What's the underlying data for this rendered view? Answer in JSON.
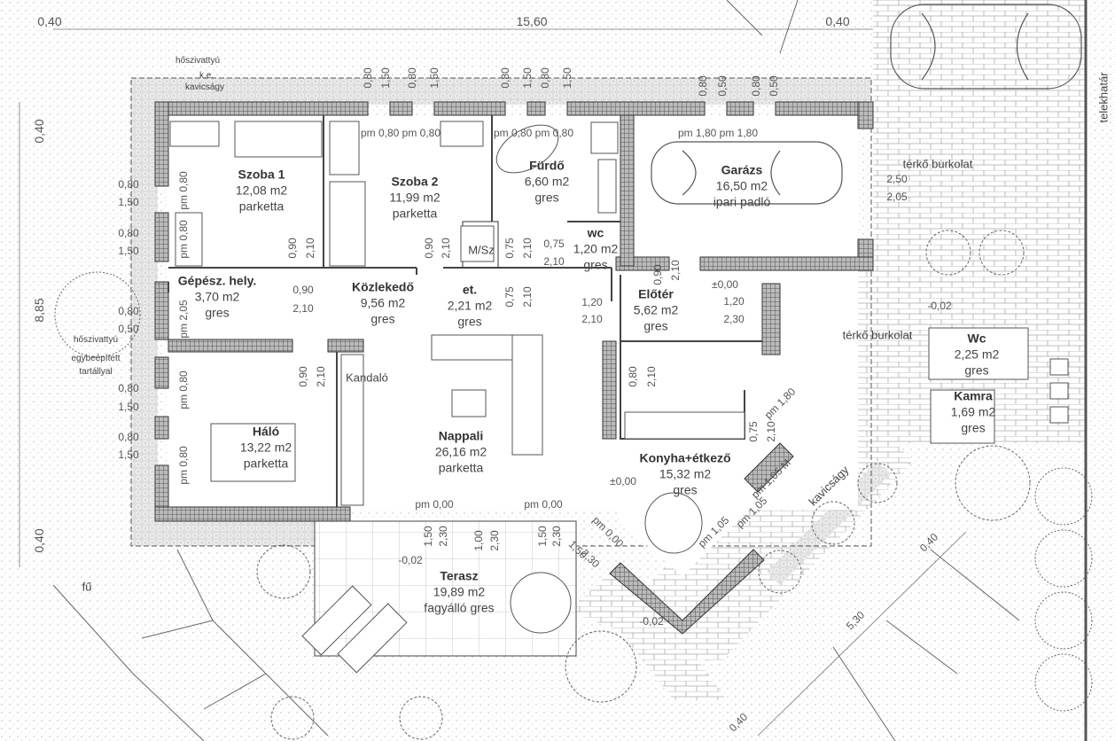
{
  "plan": {
    "rooms": [
      {
        "name": "Szoba 1",
        "area": "12,08 m2",
        "floor": "parketta"
      },
      {
        "name": "Szoba 2",
        "area": "11,99 m2",
        "floor": "parketta"
      },
      {
        "name": "Fürdő",
        "area": "6,60 m2",
        "floor": "gres"
      },
      {
        "name": "wc",
        "area": "1,20 m2",
        "floor": "gres"
      },
      {
        "name": "Garázs",
        "area": "16,50 m2",
        "floor": "ipari padló"
      },
      {
        "name": "Gépész. hely.",
        "area": "3,70 m2",
        "floor": "gres"
      },
      {
        "name": "Közlekedő",
        "area": "9,56 m2",
        "floor": "gres"
      },
      {
        "name": "et.",
        "area": "2,21 m2",
        "floor": "gres"
      },
      {
        "name": "Előtér",
        "area": "5,62 m2",
        "floor": "gres"
      },
      {
        "name": "Háló",
        "area": "13,22 m2",
        "floor": "parketta"
      },
      {
        "name": "Nappali",
        "area": "26,16 m2",
        "floor": "parketta"
      },
      {
        "name": "Konyha+étkező",
        "area": "15,32 m2",
        "floor": "gres"
      },
      {
        "name": "Terasz",
        "area": "19,89 m2",
        "floor": "fagyálló gres"
      },
      {
        "name": "Wc",
        "area": "2,25 m2",
        "floor": "gres"
      },
      {
        "name": "Kamra",
        "area": "1,69 m2",
        "floor": "gres"
      }
    ],
    "annotations": [
      "hőszivattyú",
      "k.e.",
      "kavicságy",
      "térkő burkolat",
      "térkő burkolat",
      "telekhatár",
      "fű",
      "Kandaló",
      "M/Sz",
      "hőszivattyú",
      "egybeépített",
      "tartállyal",
      "kavicságy"
    ],
    "dimensions": [
      "0,40",
      "15,60",
      "0,40",
      "0,40",
      "8,85",
      "0,40",
      "0,80",
      "1,50",
      "0,80",
      "1,50",
      "0,80",
      "1,50",
      "0,80",
      "1,50",
      "0,80",
      "0,50",
      "0,80",
      "0,50",
      "0,80",
      "1,50",
      "0,80",
      "1,50",
      "0,80",
      "0,50",
      "0,80",
      "1,50",
      "0,80",
      "1,50",
      "pm 0,80 pm 0,80",
      "pm 0,80 pm 0,80",
      "pm 1,80  pm 1,80",
      "pm 0,80",
      "pm 0,80",
      "pm 2,05",
      "pm 0,80",
      "pm 0,80",
      "0,90",
      "2,10",
      "0,90",
      "2,10",
      "0,75",
      "2,10",
      "0,75",
      "2,10",
      "0,90",
      "2,10",
      "0,75",
      "2,10",
      "1,20",
      "2,10",
      "0,90",
      "2,10",
      "±0,00",
      "1,20",
      "2,30",
      "0,80",
      "2,10",
      "0,90",
      "2,10",
      "0,75",
      "2,10",
      "2,50",
      "2,05",
      "-0,02",
      "pm 0,00",
      "pm 0,00",
      "±0,00",
      "-0,02",
      "-0,02",
      "1,50",
      "2,30",
      "1,00",
      "2,30",
      "1,50",
      "2,30",
      "1,50",
      "2,30",
      "pm 0,00",
      "pm 1,05",
      "pm 1,05 M",
      "pm 1,80",
      "pm 1,05",
      "0,40",
      "5,30",
      "0,40"
    ]
  }
}
